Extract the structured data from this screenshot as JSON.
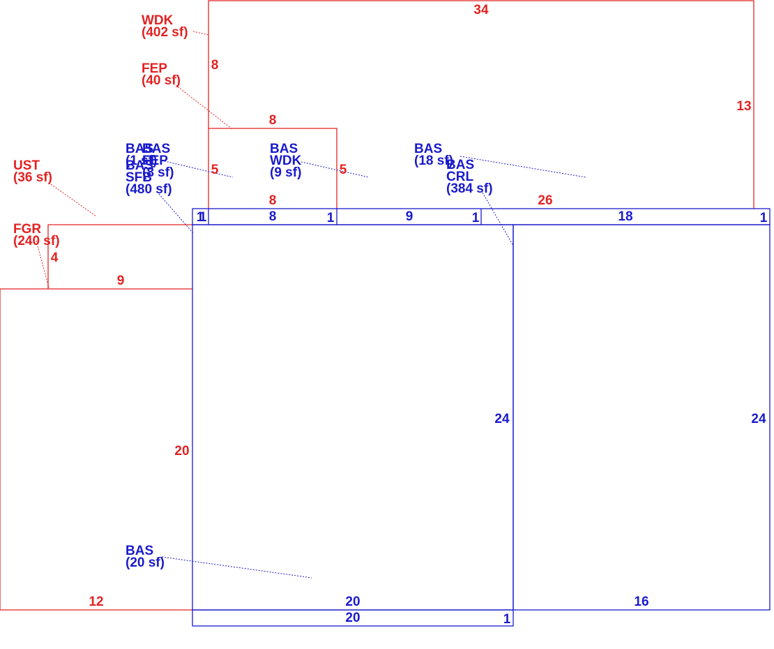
{
  "colors": {
    "red": "#e32222",
    "blue": "#1a1acc"
  },
  "red_areas": {
    "wdk": {
      "code": "WDK",
      "area": "(402 sf)"
    },
    "fep": {
      "code": "FEP",
      "area": "(40 sf)"
    },
    "ust": {
      "code": "UST",
      "area": "(36 sf)"
    },
    "fgr": {
      "code": "FGR",
      "area": "(240 sf)"
    }
  },
  "blue_areas": {
    "bas_a": {
      "code": "BAS",
      "area": "(1 sf)"
    },
    "bas_b": {
      "code": "BAS"
    },
    "fep_b": {
      "code": "FEP",
      "area": "(8 sf)"
    },
    "bas_sfb": {
      "code1": "BAS",
      "code2": "SFB",
      "area": "(480 sf)"
    },
    "bas_wdk": {
      "code1": "BAS",
      "code2": "WDK",
      "area": "(9 sf)"
    },
    "bas_18": {
      "code": "BAS",
      "area": "(18 sf)"
    },
    "bas_crl": {
      "code1": "BAS",
      "code2": "CRL",
      "area": "(384 sf)"
    },
    "bas_20": {
      "code": "BAS",
      "area": "(20 sf)"
    }
  },
  "red_dims": {
    "wdk_top": "34",
    "wdk_right": "13",
    "wdk_left": "8",
    "wdk_bottom": "26",
    "fep_top": "8",
    "fep_left": "5",
    "fep_right": "5",
    "fep_bottom": "8",
    "ust_side": "4",
    "ust_bottom": "9",
    "fgr_right": "20",
    "fgr_bottom": "12"
  },
  "blue_dims": {
    "strip_a": "1",
    "strip_b": "1",
    "strip_8": "8",
    "strip_1c": "1",
    "strip_9": "9",
    "strip_1d": "1",
    "strip_18": "18",
    "strip_1e": "1",
    "sfb_right": "24",
    "crl_right": "24",
    "sfb_bottom": "20",
    "crl_bottom": "16",
    "bottom_strip_20": "20",
    "bottom_strip_1": "1"
  }
}
